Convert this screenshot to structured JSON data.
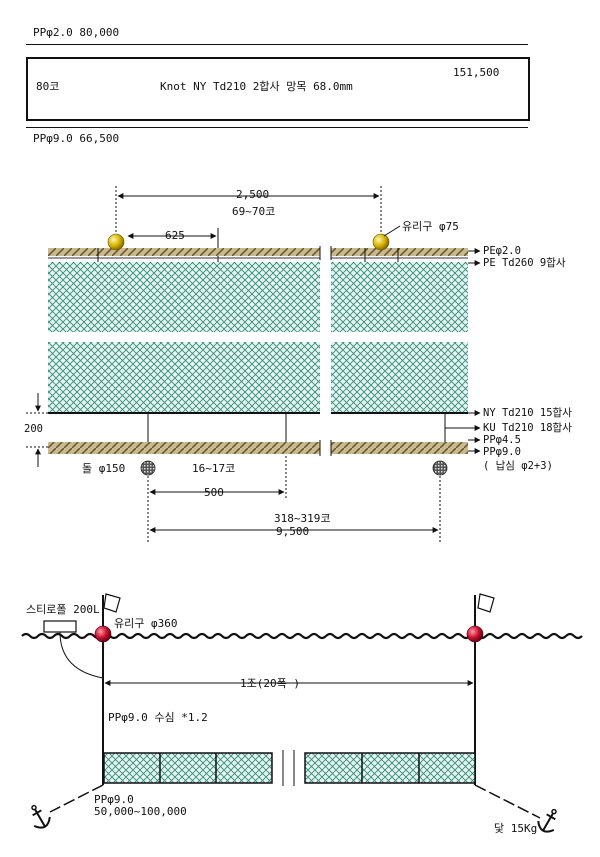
{
  "header": {
    "top_line": "PPφ2.0  80,000",
    "box_count": "80코",
    "box_spec": "Knot NY Td210 2합사 망목 68.0mm",
    "box_value": "151,500",
    "bottom_line": "PPφ9.0  66,500"
  },
  "detail": {
    "span_top": "2,500",
    "span_top_count": "69~70코",
    "float_gap": "625",
    "float_label": "유리구 φ75",
    "head_rope_1": "PEφ2.0",
    "head_rope_2": "PE Td260 9합사",
    "height": "200",
    "foot_rope_1": "NY Td210 15합사",
    "foot_rope_2": "KU Td210 18합사",
    "foot_rope_3": "PPφ4.5",
    "foot_rope_4": "PPφ9.0",
    "foot_rope_5": "( 납심 φ2+3)",
    "sinker_label": "돌 φ150",
    "sinker_count": "16~17코",
    "sinker_gap": "500",
    "span_bottom_count": "318~319코",
    "span_bottom": "9,500"
  },
  "overview": {
    "styrofoam": "스티로폴 200L",
    "buoy": "유리구 φ360",
    "unit_span": "1조(20폭 )",
    "buoy_line": "PPφ9.0  수심 *1.2",
    "anchor_line_1": "PPφ9.0",
    "anchor_line_2": "50,000~100,000",
    "anchor_weight": "닻 15Kg"
  },
  "colors": {
    "net": "#2f8c7c",
    "net_bg": "#e8f5f1",
    "rope": "#b9a57a",
    "float": "#d8b400",
    "buoy": "#c8102e"
  }
}
